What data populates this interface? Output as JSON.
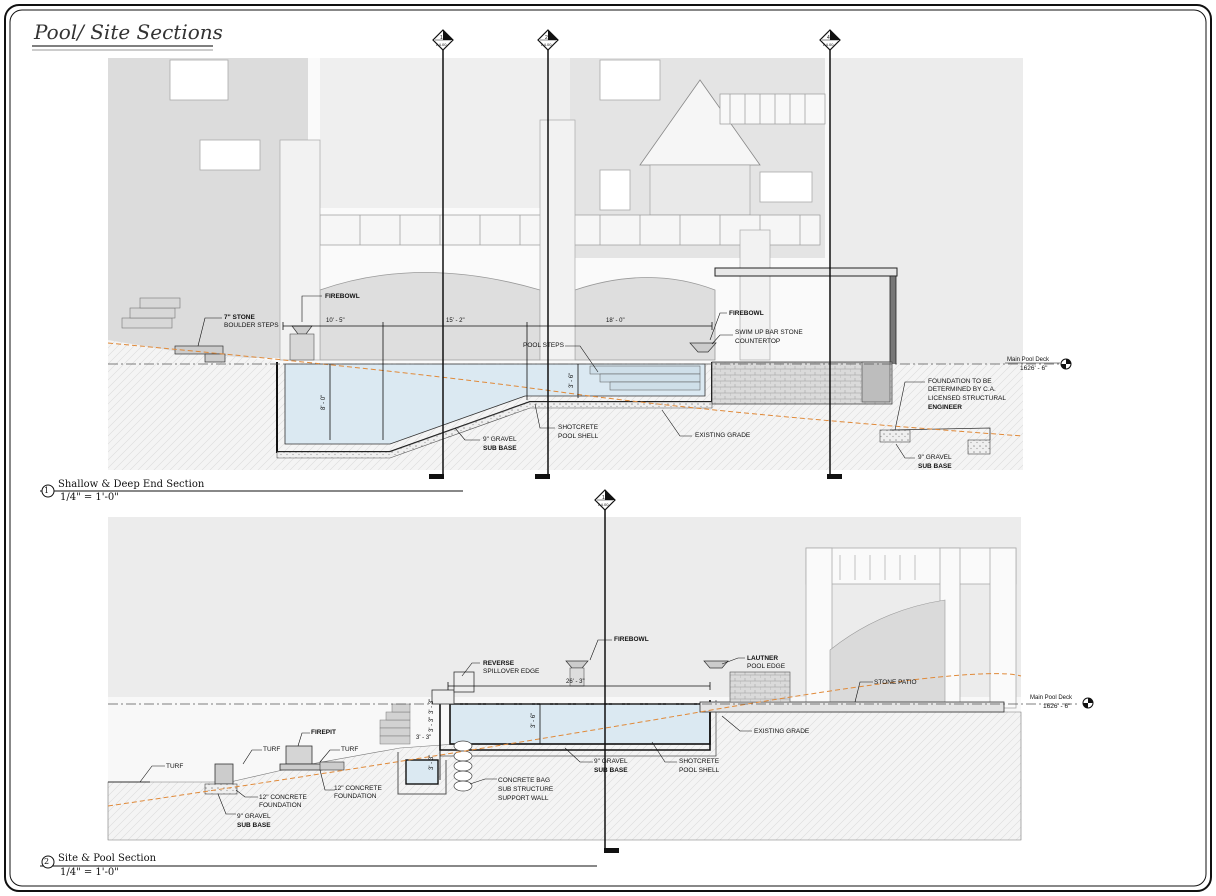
{
  "sheet": {
    "title": "Pool/ Site Sections"
  },
  "section_markers_top": [
    {
      "num": "1",
      "ref": "A4.00"
    },
    {
      "num": "2",
      "ref": "A4.00"
    },
    {
      "num": "4",
      "ref": "A4.00"
    }
  ],
  "section_marker_bottom": {
    "num": "1",
    "ref": "A4.00"
  },
  "section1": {
    "title": "Shallow & Deep End Section",
    "scale": "1/4\" = 1'-0\"",
    "number": "1",
    "level": {
      "name": "Main Pool Deck",
      "value": "1626' - 6\""
    },
    "dims": {
      "d1": "10' - 5\"",
      "d2": "15' - 2\"",
      "d3": "18' - 0\"",
      "depth_deep": "8' - 0\"",
      "depth_shallow": "3' - 6\""
    },
    "labels": {
      "firebowl_left": "FIREBOWL",
      "stone_steps": [
        "7\" STONE",
        "BOULDER STEPS"
      ],
      "pool_steps": "POOL STEPS",
      "firebowl_right": "FIREBOWL",
      "swim_up": [
        "SWIM UP BAR STONE",
        "COUNTERTOP"
      ],
      "shotcrete": [
        "SHOTCRETE",
        "POOL SHELL"
      ],
      "gravel": [
        "9\" GRAVEL",
        "SUB BASE"
      ],
      "existing_grade": "EXISTING GRADE",
      "foundation": [
        "FOUNDATION TO BE",
        "DETERMINED BY C.A.",
        "LICENSED STRUCTURAL",
        "ENGINEER"
      ],
      "gravel_right": [
        "9\" GRAVEL",
        "SUB BASE"
      ]
    }
  },
  "section2": {
    "title": "Site & Pool Section",
    "scale": "1/4\" = 1'-0\"",
    "number": "2",
    "level": {
      "name": "Main Pool Deck",
      "value": "1626' - 6\""
    },
    "dims": {
      "width": "26' - 3\"",
      "depth_main": "3' - 6\"",
      "step1": "3' - 3\"",
      "step2": "3' - 3\"",
      "step3": "3' - 3\"",
      "step4": "3' - 3\""
    },
    "labels": {
      "firebowl": "FIREBOWL",
      "reverse": [
        "REVERSE",
        "SPILLOVER EDGE"
      ],
      "lautner": [
        "LAUTNER",
        "POOL EDGE"
      ],
      "stone_patio": "STONE PATIO",
      "existing_grade": "EXISTING GRADE",
      "firepit": "FIREPIT",
      "turf_left": "TURF",
      "turf_mid": "TURF",
      "turf_far": "TURF",
      "concrete_left": [
        "12\" CONCRETE",
        "FOUNDATION"
      ],
      "concrete_mid": [
        "12\" CONCRETE",
        "FOUNDATION"
      ],
      "gravel_left": [
        "9\" GRAVEL",
        "SUB BASE"
      ],
      "concrete_bag": [
        "CONCRETE BAG",
        "SUB STRUCTURE",
        "SUPPORT WALL"
      ],
      "gravel_mid": [
        "9\" GRAVEL",
        "SUB BASE"
      ],
      "shotcrete": [
        "SHOTCRETE",
        "POOL SHELL"
      ]
    }
  },
  "colors": {
    "line": "#111111",
    "pool_water": "#dbe9f2",
    "ground": "#f2f2f2",
    "building": "#e6e6e6",
    "grade_line": "#e08a3a"
  }
}
